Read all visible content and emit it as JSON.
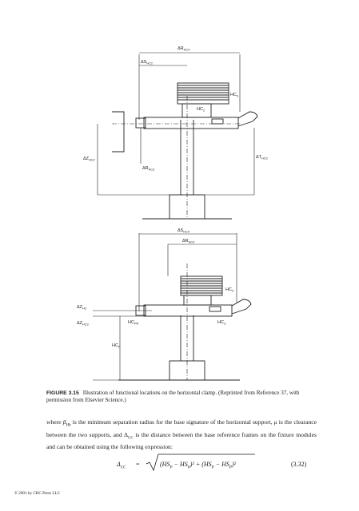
{
  "figure": {
    "top_labels": {
      "r_hc4": "ΔR",
      "r_hc4_sub": "HC4",
      "s_hc2": "ΔS",
      "s_hc2_sub": "HC2",
      "hc2": "HC",
      "hc2_sub": "2",
      "hc3": "HC",
      "hc3_sub": "3",
      "z_hc2": "ΔZ",
      "z_hc2_sub": "HC2",
      "r_hc3": "ΔR",
      "r_hc3_sub": "HC3",
      "t_hc3": "ΔT",
      "t_hc3_sub": "HC3"
    },
    "bottom_labels": {
      "s_hc4": "ΔS",
      "s_hc4_sub": "HC4",
      "r_hc4": "ΔR",
      "r_hc4_sub": "HC4",
      "hc4": "HC",
      "hc4_sub": "4",
      "z_hc": "ΔZ",
      "z_hc_sub": "HC",
      "z_hc3": "ΔZ",
      "z_hc3_sub": "HC3",
      "hc_pr": "HC",
      "hc_pr_sub": "PR",
      "hc_c": "HC",
      "hc_c_sub": "C",
      "hc_f": "HC",
      "hc_f_sub": "F"
    }
  },
  "caption": {
    "label": "FIGURE 3.15",
    "text": "Illustration of functional locations on the horizontal clamp. (Reprinted from Reference 37, with permission from Elsevier Science.)"
  },
  "paragraph": {
    "w1": "where ",
    "beta": "β",
    "beta_sub": "Hb",
    "w2": " is the minimum separation radius for the base signature of the horizontal support, ",
    "mu": "μ",
    "w3": " is the clearance between the two supports, and ",
    "delta": "Δ",
    "delta_sub": "CC",
    "w4": " is the distance between the base reference frames on the fixture modules and can be obtained using the following expression:"
  },
  "equation": {
    "lhs": "Δ",
    "lhs_sub": "CC",
    "equals": "=",
    "body": "(HS",
    "body_2": " − HS",
    "body_3": ")² + (HS",
    "body_4": " − HS",
    "body_5": ")²",
    "number": "(3.32)"
  },
  "footer": {
    "copyright": "© 2001 by CRC Press LLC"
  }
}
